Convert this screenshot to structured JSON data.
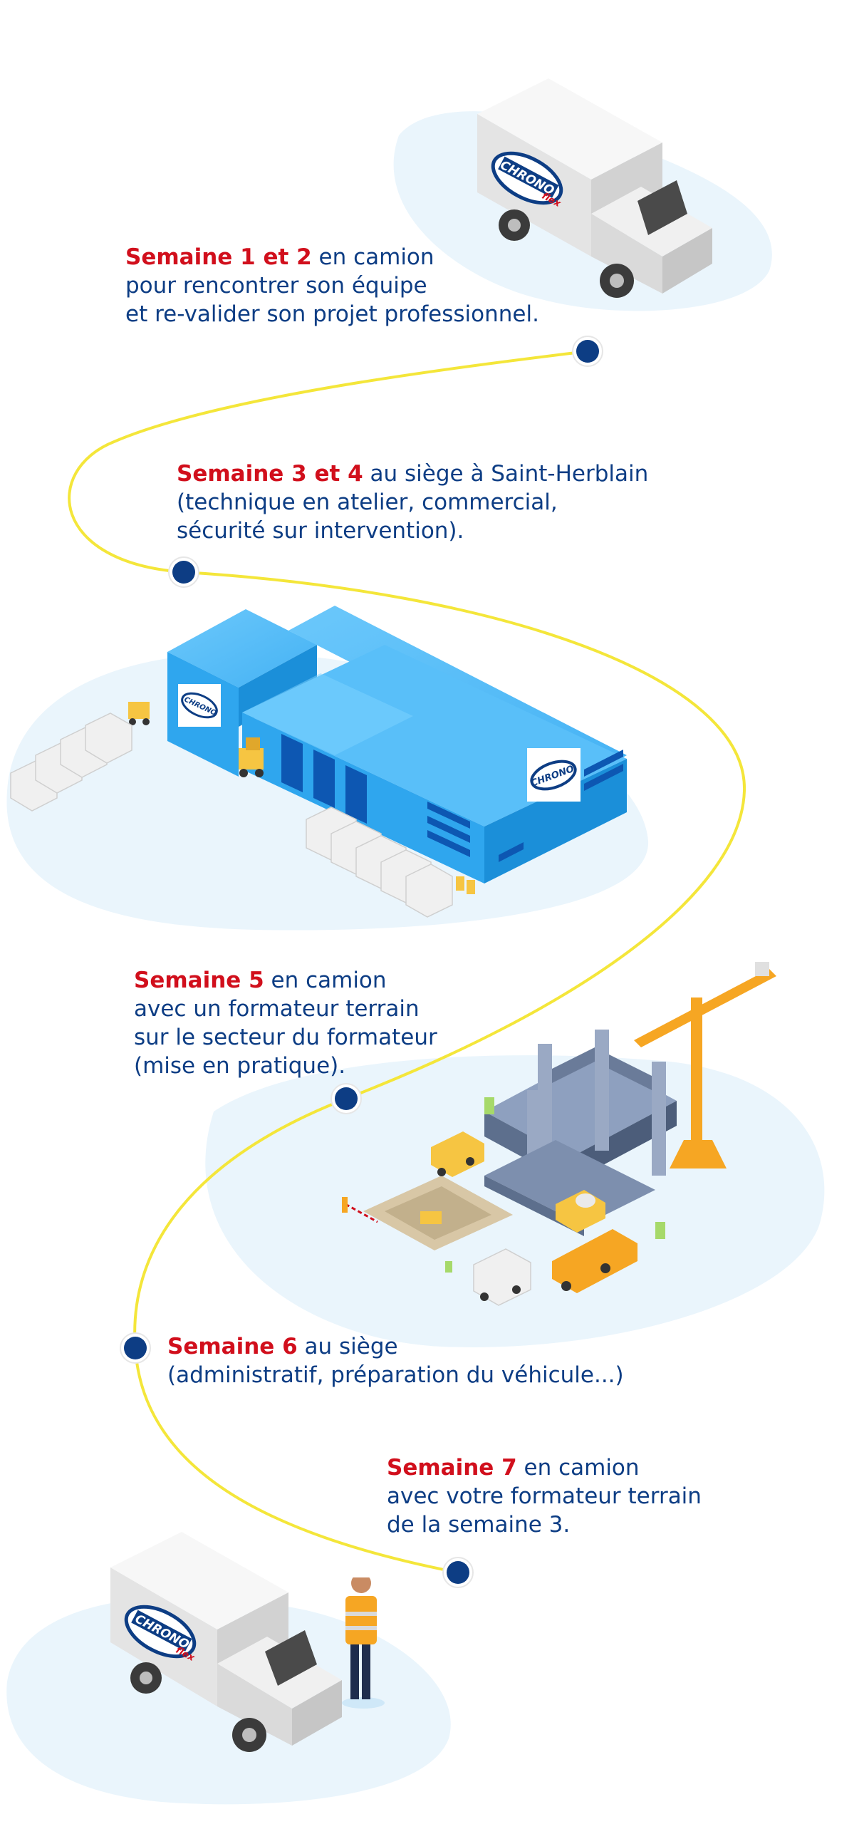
{
  "brand": {
    "logo_text": "CHRONO",
    "logo_subtext": "flex",
    "colors": {
      "navy": "#0d3d84",
      "red": "#d10f1c",
      "path_yellow": "#f4e63a",
      "building_blue": "#2fa6ee",
      "crane_orange": "#f6a623",
      "blob": "#eaf5fc"
    }
  },
  "steps": [
    {
      "highlight": "Semaine 1 et 2",
      "lines": [
        " en camion",
        "pour rencontrer son équipe",
        "et re-valider son projet professionnel."
      ]
    },
    {
      "highlight": "Semaine 3 et 4",
      "lines": [
        " au siège à Saint-Herblain",
        "(technique en atelier, commercial,",
        "sécurité sur intervention)."
      ]
    },
    {
      "highlight": "Semaine 5",
      "lines": [
        " en camion",
        "avec un formateur terrain",
        "sur le secteur du formateur",
        "(mise en pratique)."
      ]
    },
    {
      "highlight": "Semaine 6",
      "lines": [
        " au siège",
        "(administratif, préparation du véhicule...)"
      ]
    },
    {
      "highlight": "Semaine 7",
      "lines": [
        " en camion",
        "avec votre formateur terrain",
        "de la semaine 3."
      ]
    }
  ]
}
